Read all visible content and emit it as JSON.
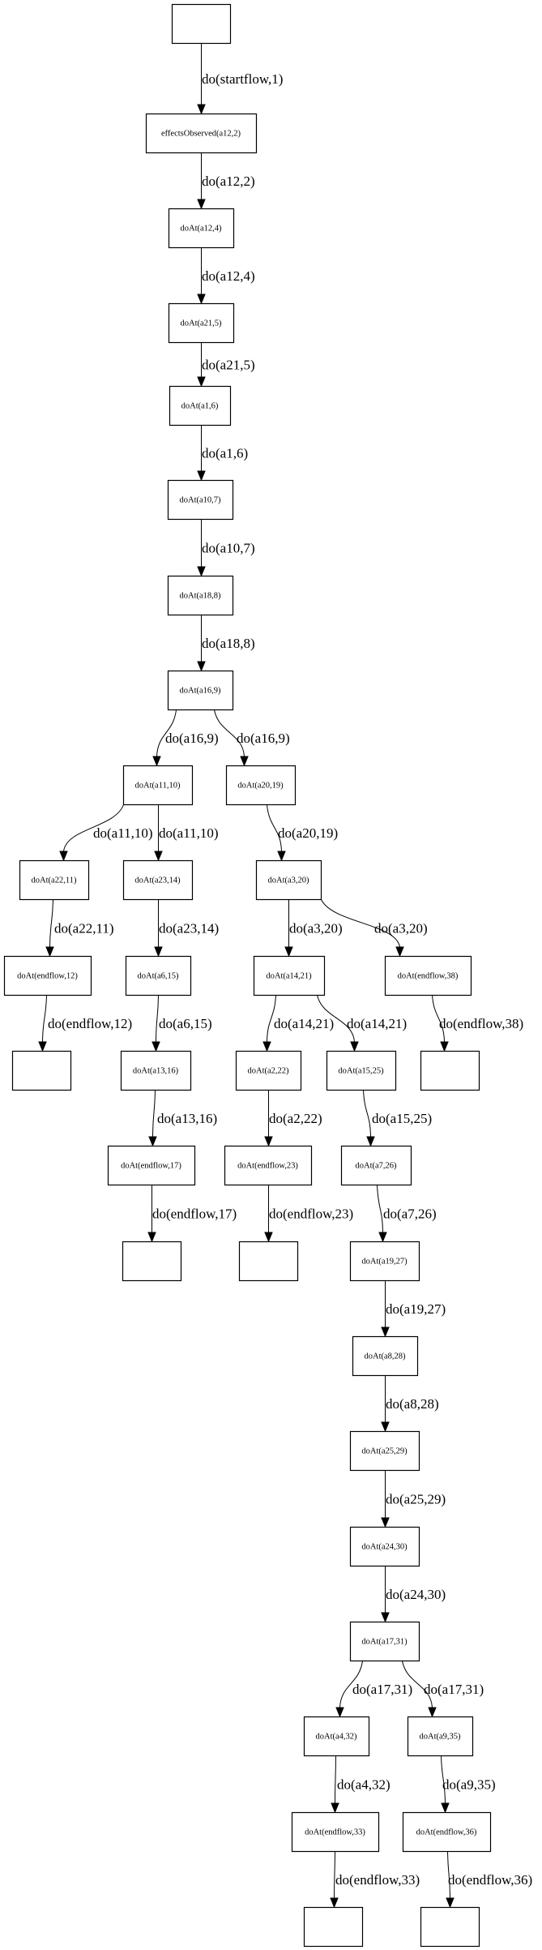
{
  "graph": {
    "nodes": [
      {
        "id": "n0",
        "label": ""
      },
      {
        "id": "n1",
        "label": "effectsObserved(a12,2)"
      },
      {
        "id": "n2",
        "label": "doAt(a12,4)"
      },
      {
        "id": "n3",
        "label": "doAt(a21,5)"
      },
      {
        "id": "n4",
        "label": "doAt(a1,6)"
      },
      {
        "id": "n5",
        "label": "doAt(a10,7)"
      },
      {
        "id": "n6",
        "label": "doAt(a18,8)"
      },
      {
        "id": "n7",
        "label": "doAt(a16,9)"
      },
      {
        "id": "n8",
        "label": "doAt(a11,10)"
      },
      {
        "id": "n9",
        "label": "doAt(a20,19)"
      },
      {
        "id": "n10",
        "label": "doAt(a22,11)"
      },
      {
        "id": "n11",
        "label": "doAt(a23,14)"
      },
      {
        "id": "n12",
        "label": "doAt(a3,20)"
      },
      {
        "id": "n13",
        "label": "doAt(endflow,12)"
      },
      {
        "id": "n14",
        "label": "doAt(a6,15)"
      },
      {
        "id": "n15",
        "label": "doAt(a14,21)"
      },
      {
        "id": "n16",
        "label": "doAt(endflow,38)"
      },
      {
        "id": "n17",
        "label": ""
      },
      {
        "id": "n18",
        "label": "doAt(a13,16)"
      },
      {
        "id": "n19",
        "label": "doAt(a2,22)"
      },
      {
        "id": "n20",
        "label": "doAt(a15,25)"
      },
      {
        "id": "n21",
        "label": ""
      },
      {
        "id": "n22",
        "label": "doAt(endflow,17)"
      },
      {
        "id": "n23",
        "label": "doAt(endflow,23)"
      },
      {
        "id": "n24",
        "label": "doAt(a7,26)"
      },
      {
        "id": "n25",
        "label": ""
      },
      {
        "id": "n26",
        "label": ""
      },
      {
        "id": "n27",
        "label": "doAt(a19,27)"
      },
      {
        "id": "n28",
        "label": "doAt(a8,28)"
      },
      {
        "id": "n29",
        "label": "doAt(a25,29)"
      },
      {
        "id": "n30",
        "label": "doAt(a24,30)"
      },
      {
        "id": "n31",
        "label": "doAt(a17,31)"
      },
      {
        "id": "n32",
        "label": "doAt(a4,32)"
      },
      {
        "id": "n33",
        "label": "doAt(a9,35)"
      },
      {
        "id": "n34",
        "label": "doAt(endflow,33)"
      },
      {
        "id": "n35",
        "label": "doAt(endflow,36)"
      },
      {
        "id": "n36",
        "label": ""
      },
      {
        "id": "n37",
        "label": ""
      }
    ],
    "edges": [
      {
        "from": "n0",
        "to": "n1",
        "label": "do(startflow,1)"
      },
      {
        "from": "n1",
        "to": "n2",
        "label": "do(a12,2)"
      },
      {
        "from": "n2",
        "to": "n3",
        "label": "do(a12,4)"
      },
      {
        "from": "n3",
        "to": "n4",
        "label": "do(a21,5)"
      },
      {
        "from": "n4",
        "to": "n5",
        "label": "do(a1,6)"
      },
      {
        "from": "n5",
        "to": "n6",
        "label": "do(a10,7)"
      },
      {
        "from": "n6",
        "to": "n7",
        "label": "do(a18,8)"
      },
      {
        "from": "n7",
        "to": "n8",
        "label": "do(a16,9)"
      },
      {
        "from": "n7",
        "to": "n9",
        "label": "do(a16,9)"
      },
      {
        "from": "n8",
        "to": "n10",
        "label": "do(a11,10)"
      },
      {
        "from": "n8",
        "to": "n11",
        "label": "do(a11,10)"
      },
      {
        "from": "n9",
        "to": "n12",
        "label": "do(a20,19)"
      },
      {
        "from": "n10",
        "to": "n13",
        "label": "do(a22,11)"
      },
      {
        "from": "n11",
        "to": "n14",
        "label": "do(a23,14)"
      },
      {
        "from": "n12",
        "to": "n15",
        "label": "do(a3,20)"
      },
      {
        "from": "n12",
        "to": "n16",
        "label": "do(a3,20)"
      },
      {
        "from": "n13",
        "to": "n17",
        "label": "do(endflow,12)"
      },
      {
        "from": "n14",
        "to": "n18",
        "label": "do(a6,15)"
      },
      {
        "from": "n15",
        "to": "n19",
        "label": "do(a14,21)"
      },
      {
        "from": "n15",
        "to": "n20",
        "label": "do(a14,21)"
      },
      {
        "from": "n16",
        "to": "n21",
        "label": "do(endflow,38)"
      },
      {
        "from": "n18",
        "to": "n22",
        "label": "do(a13,16)"
      },
      {
        "from": "n19",
        "to": "n23",
        "label": "do(a2,22)"
      },
      {
        "from": "n20",
        "to": "n24",
        "label": "do(a15,25)"
      },
      {
        "from": "n22",
        "to": "n25",
        "label": "do(endflow,17)"
      },
      {
        "from": "n23",
        "to": "n26",
        "label": "do(endflow,23)"
      },
      {
        "from": "n24",
        "to": "n27",
        "label": "do(a7,26)"
      },
      {
        "from": "n27",
        "to": "n28",
        "label": "do(a19,27)"
      },
      {
        "from": "n28",
        "to": "n29",
        "label": "do(a8,28)"
      },
      {
        "from": "n29",
        "to": "n30",
        "label": "do(a25,29)"
      },
      {
        "from": "n30",
        "to": "n31",
        "label": "do(a24,30)"
      },
      {
        "from": "n31",
        "to": "n32",
        "label": "do(a17,31)"
      },
      {
        "from": "n31",
        "to": "n33",
        "label": "do(a17,31)"
      },
      {
        "from": "n32",
        "to": "n34",
        "label": "do(a4,32)"
      },
      {
        "from": "n33",
        "to": "n35",
        "label": "do(a9,35)"
      },
      {
        "from": "n34",
        "to": "n36",
        "label": "do(endflow,33)"
      },
      {
        "from": "n35",
        "to": "n37",
        "label": "do(endflow,36)"
      }
    ]
  }
}
